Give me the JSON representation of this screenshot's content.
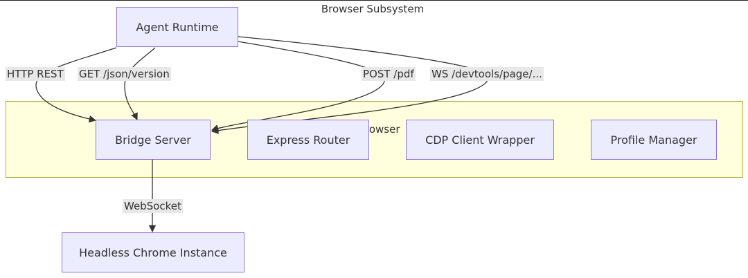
{
  "nodes": {
    "agent_runtime": "Agent Runtime",
    "bridge_server": "Bridge Server",
    "express_router": "Express Router",
    "cdp_client_wrapper": "CDP Client Wrapper",
    "profile_manager": "Profile Manager",
    "headless_chrome": "Headless Chrome Instance"
  },
  "subsystem": {
    "title": "Browser Subsystem",
    "occluded_fragment": "rowser"
  },
  "edges": {
    "http_rest": "HTTP REST",
    "get_json_version": "GET /json/version",
    "post_pdf": "POST /pdf",
    "ws_devtools": "WS /devtools/page/...",
    "websocket": "WebSocket"
  },
  "colors": {
    "node_fill": "#ececff",
    "node_stroke": "#9370db",
    "cluster_fill": "#ffffde",
    "cluster_stroke": "#aaaa33",
    "edge": "#333333",
    "label_bg": "#e8e8e8"
  }
}
